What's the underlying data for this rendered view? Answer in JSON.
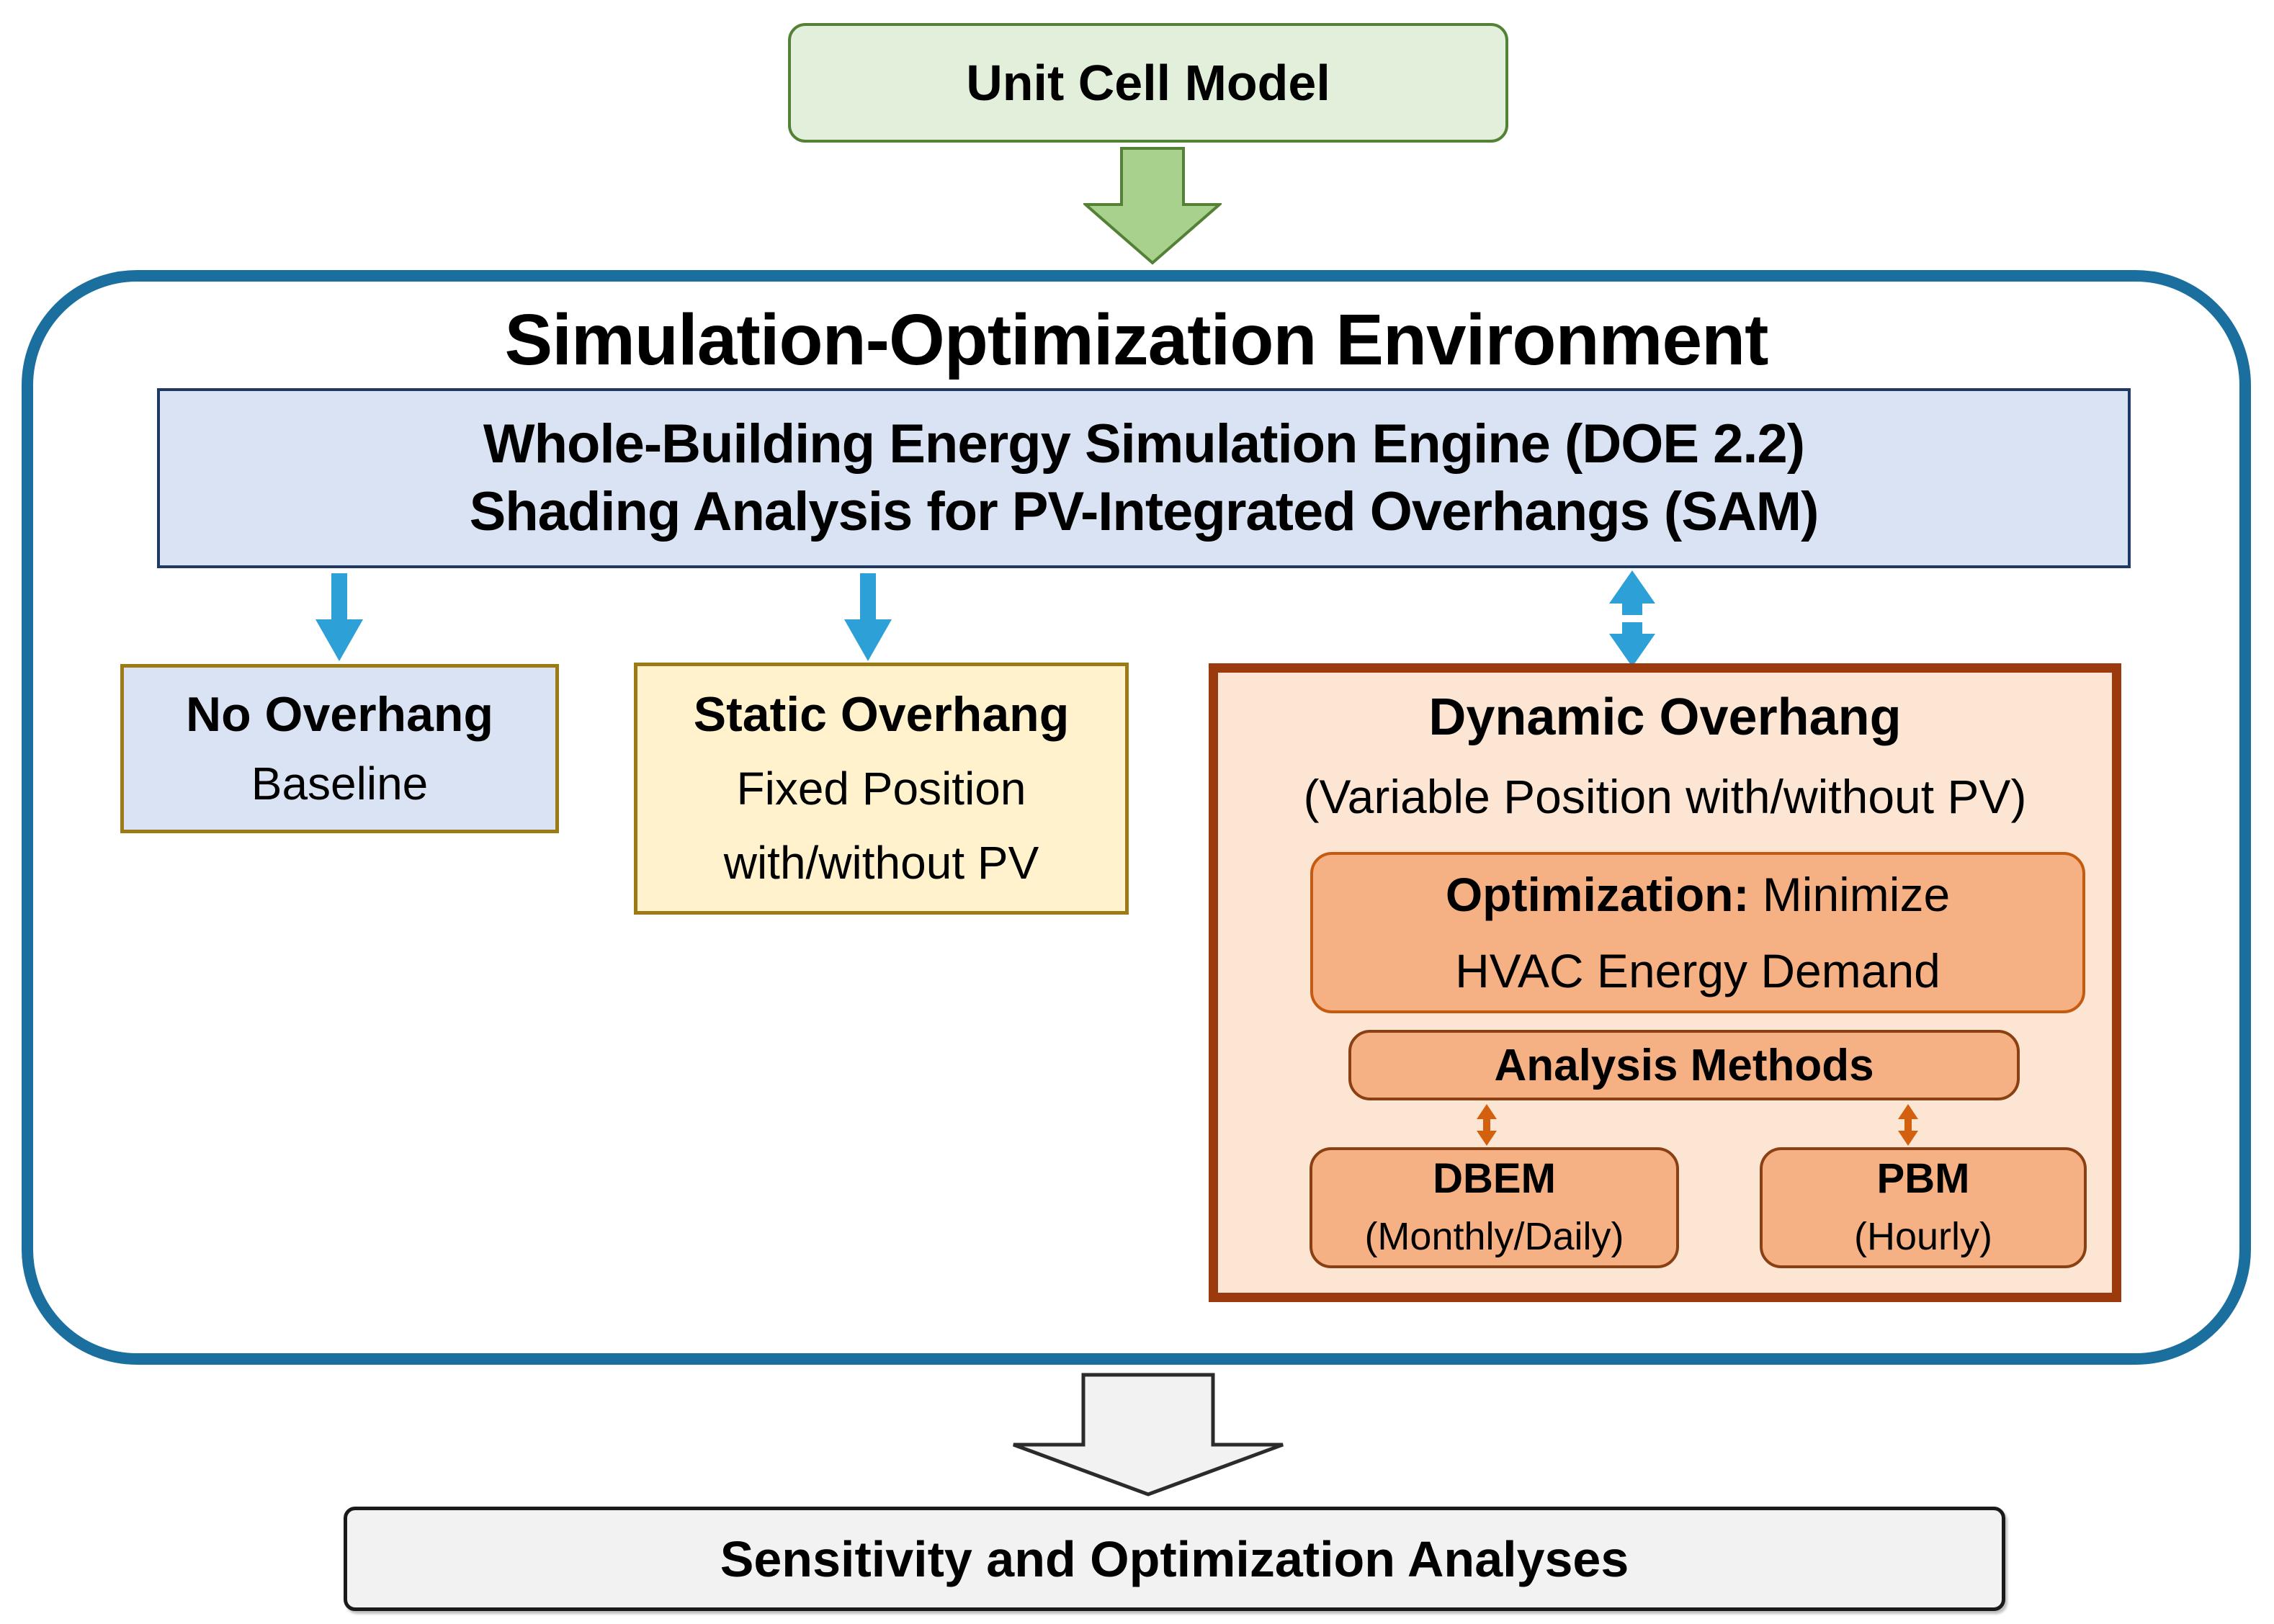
{
  "unit_cell": {
    "label": "Unit Cell Model"
  },
  "environment": {
    "title": "Simulation-Optimization Environment",
    "engine": {
      "line1": "Whole-Building Energy Simulation Engine (DOE 2.2)",
      "line2": "Shading Analysis for PV-Integrated Overhangs (SAM)"
    },
    "no_overhang": {
      "title": "No Overhang",
      "subtitle": "Baseline"
    },
    "static_overhang": {
      "title": "Static Overhang",
      "line1": "Fixed Position",
      "line2": "with/without PV"
    },
    "dynamic_overhang": {
      "title": "Dynamic Overhang",
      "subtitle": "(Variable Position with/without PV)",
      "optimization": {
        "label_bold": "Optimization:",
        "label_rest": "Minimize",
        "line2": "HVAC Energy Demand"
      },
      "analysis_methods": {
        "label": "Analysis Methods"
      },
      "dbem": {
        "title": "DBEM",
        "subtitle": "(Monthly/Daily)"
      },
      "pbm": {
        "title": "PBM",
        "subtitle": "(Hourly)"
      }
    }
  },
  "output": {
    "label": "Sensitivity and Optimization Analyses"
  },
  "arrows": {
    "unit_cell_to_environment": "green-block-arrow-down",
    "engine_to_no_overhang": "blue-arrow-down",
    "engine_to_static_overhang": "blue-arrow-down",
    "engine_to_dynamic_overhang": "blue-double-arrow-vertical",
    "analysis_to_dbem": "orange-double-arrow-vertical",
    "analysis_to_pbm": "orange-double-arrow-vertical",
    "environment_to_output": "gray-block-arrow-down"
  },
  "colors": {
    "green_fill": "#e2efda",
    "green_border": "#538135",
    "green_arrow": "#a9d18e",
    "container_border": "#1b6f9e",
    "engine_fill": "#dae3f3",
    "engine_border": "#1f3864",
    "blue_arrow": "#2da0d8",
    "gold_border": "#9c7b16",
    "yellow_fill": "#fff2cc",
    "peach_fill": "#fde5d3",
    "rust_border": "#9b3a0c",
    "orange_fill": "#f5b183",
    "orange_border": "#c55a11",
    "orange_arrow": "#d2600f",
    "gray_fill": "#f2f2f2",
    "dark_border": "#1a1a1a"
  }
}
